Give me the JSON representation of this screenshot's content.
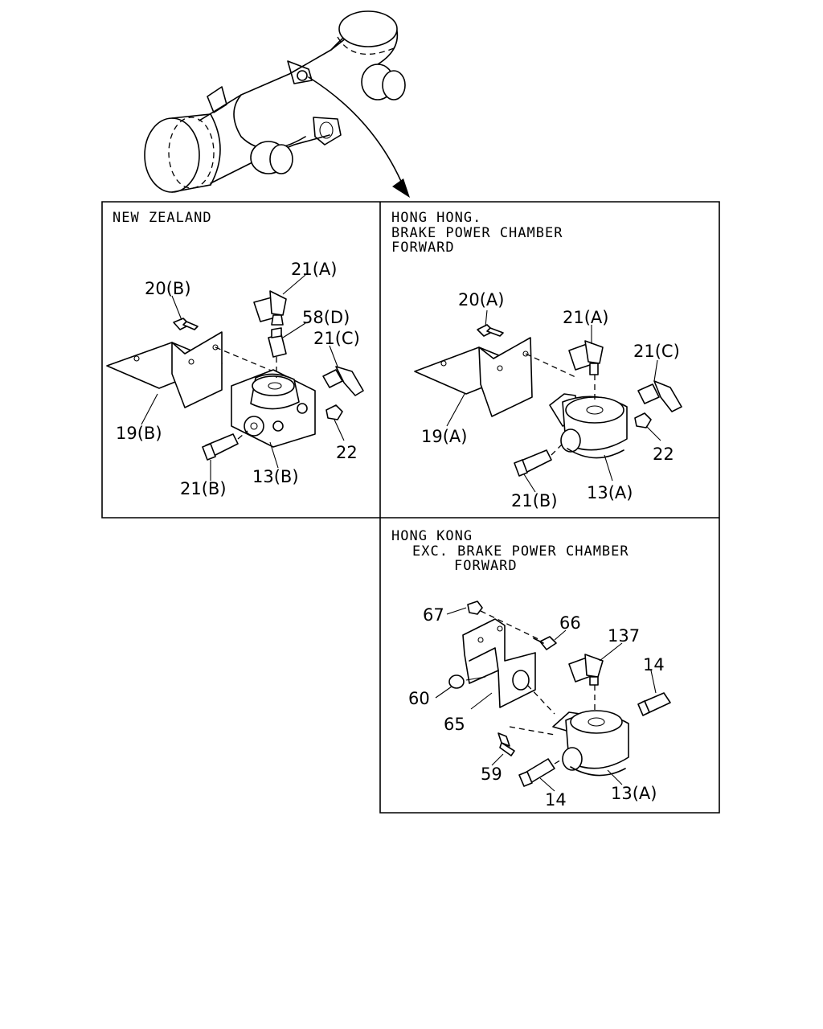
{
  "panels": {
    "new_zealand": {
      "title": "NEW ZEALAND",
      "callouts": {
        "p20b": "20(B)",
        "p21a": "21(A)",
        "p58d": "58(D)",
        "p21c": "21(C)",
        "p19b": "19(B)",
        "p22": "22",
        "p13b": "13(B)",
        "p21b": "21(B)"
      }
    },
    "hong_kong_forward": {
      "title_lines": [
        "HONG HONG.",
        "BRAKE POWER CHAMBER",
        "FORWARD"
      ],
      "callouts": {
        "p20a": "20(A)",
        "p21a": "21(A)",
        "p21c": "21(C)",
        "p19a": "19(A)",
        "p22": "22",
        "p21b": "21(B)",
        "p13a": "13(A)"
      }
    },
    "hong_kong_exc": {
      "title_lines": [
        "HONG KONG",
        "EXC. BRAKE POWER CHAMBER",
        "FORWARD"
      ],
      "callouts": {
        "p67": "67",
        "p66": "66",
        "p137": "137",
        "p14a": "14",
        "p60": "60",
        "p65": "65",
        "p59": "59",
        "p14b": "14",
        "p13a": "13(A)"
      }
    }
  }
}
